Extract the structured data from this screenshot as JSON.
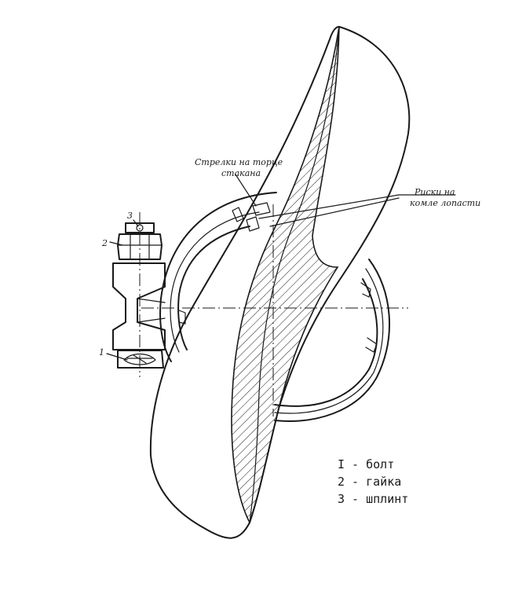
{
  "callouts": {
    "arrows_label_line1": "Стрелки на торце",
    "arrows_label_line2": "стакана",
    "marks_label_line1": "Риски на",
    "marks_label_line2": "комле лопасти"
  },
  "part_numbers": {
    "bolt": "1",
    "nut": "2",
    "cotter_pin": "3"
  },
  "legend": {
    "items": [
      {
        "label": "I - болт"
      },
      {
        "label": "2 - гайка"
      },
      {
        "label": "3 - шплинт"
      }
    ]
  }
}
